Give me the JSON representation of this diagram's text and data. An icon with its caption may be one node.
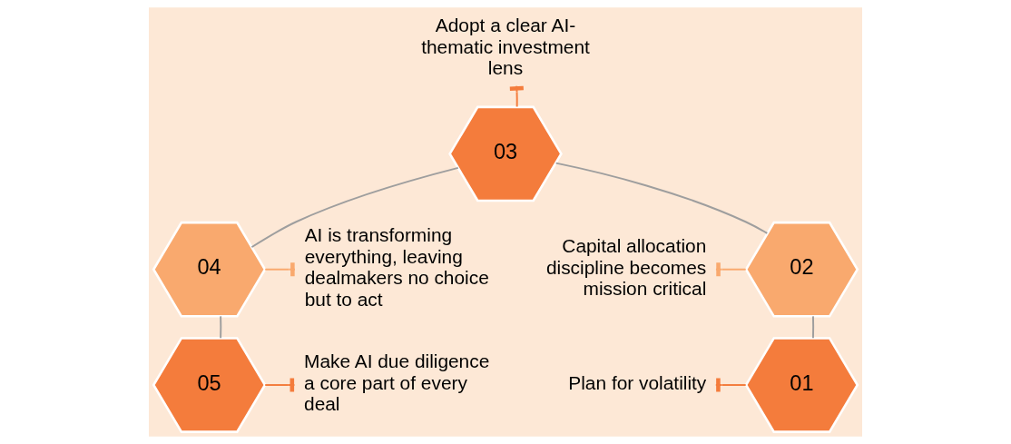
{
  "diagram": {
    "nodes": [
      {
        "text": [
          "01"
        ]
      },
      {
        "text": [
          "02"
        ]
      },
      {
        "text": [
          "03"
        ]
      },
      {
        "text": [
          "04"
        ]
      },
      {
        "text": [
          "05"
        ]
      },
      {
        "text": [
          "Plan for volatility"
        ]
      },
      {
        "text": [
          "Capital allocation discipline becomes mission critical"
        ]
      },
      {
        "text": [
          "Adopt a clear AI-thematic investment lens"
        ]
      },
      {
        "text": [
          "AI is transforming everything, leaving dealmakers no choice but to act"
        ]
      },
      {
        "text": [
          "Make AI due diligence a core part of every deal"
        ]
      }
    ],
    "edges": [
      {
        "from": 0,
        "to": 1,
        "arrow": "none",
        "color": "#9e9e9e"
      },
      {
        "from": 1,
        "to": 2,
        "arrow": "none",
        "color": "#9e9e9e"
      },
      {
        "from": 2,
        "to": 3,
        "arrow": "none",
        "color": "#9e9e9e"
      },
      {
        "from": 3,
        "to": 4,
        "arrow": "none",
        "color": "#9e9e9e"
      },
      {
        "from": 5,
        "to": 0,
        "arrow": "other",
        "color": "#f47c3c"
      },
      {
        "from": 6,
        "to": 1,
        "arrow": "other",
        "color": "#f9a96e"
      },
      {
        "from": 7,
        "to": 2,
        "arrow": "other",
        "color": "#f47c3c"
      },
      {
        "from": 3,
        "to": 8,
        "arrow": "other",
        "color": "#f9a96e"
      },
      {
        "from": 4,
        "to": 9,
        "arrow": "other",
        "color": "#f47c3c"
      }
    ]
  }
}
